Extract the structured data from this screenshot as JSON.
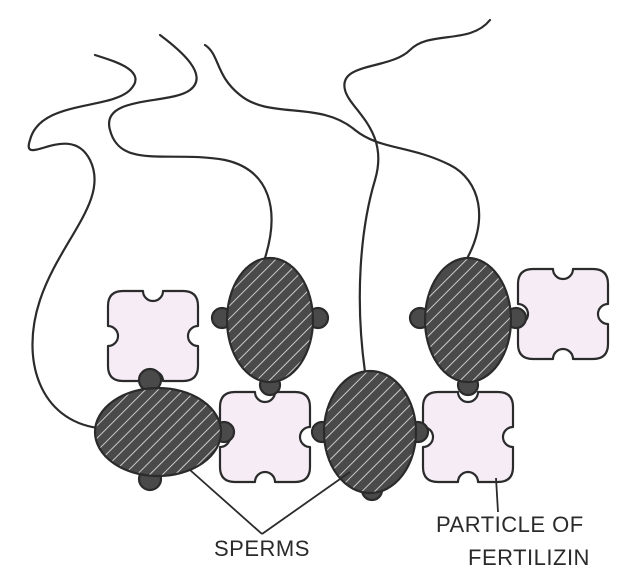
{
  "labels": {
    "sperms": "SPERMS",
    "particle_line1": "PARTICLE OF",
    "particle_line2": "FERTILIZIN"
  },
  "colors": {
    "particle_fill": "#f5ecf5",
    "outline": "#2b2b2b",
    "sperm_fill": "#4a4a4a",
    "hatch": "#d8d8d8"
  }
}
